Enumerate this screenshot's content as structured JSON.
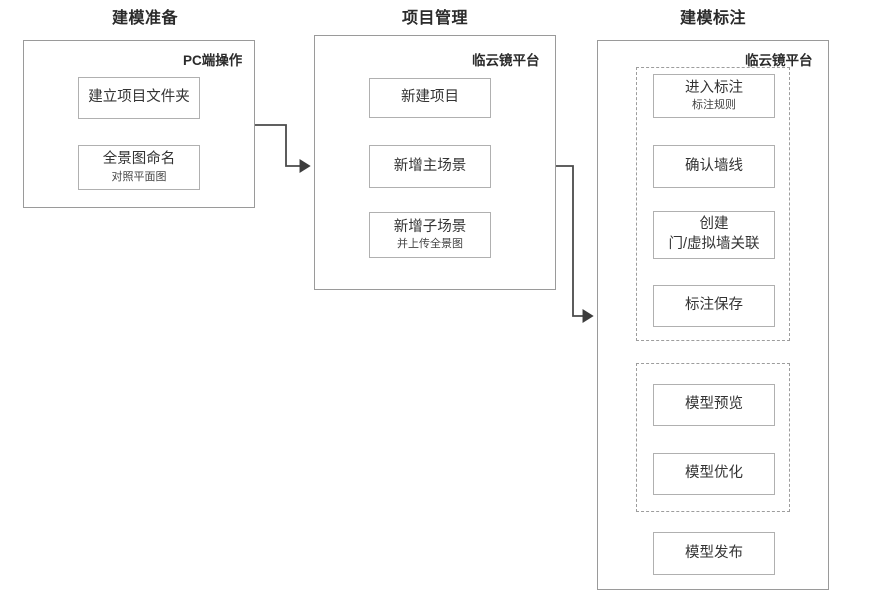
{
  "diagram": {
    "title_color": "#2b2b2b",
    "accent_arrow_color": "#f98b8b",
    "dark_arrow_color": "#3d3d3d",
    "box_border_color": "#b0b0b0",
    "container_border_color": "#9a9a9a"
  },
  "columns": [
    {
      "title": "建模准备",
      "container_label": "PC端操作",
      "nodes": [
        {
          "main": "建立项目文件夹",
          "sub": ""
        },
        {
          "main": "全景图命名",
          "sub": "对照平面图"
        }
      ]
    },
    {
      "title": "项目管理",
      "container_label": "临云镜平台",
      "nodes": [
        {
          "main": "新建项目",
          "sub": ""
        },
        {
          "main": "新增主场景",
          "sub": ""
        },
        {
          "main": "新增子场景",
          "sub": "并上传全景图"
        }
      ]
    },
    {
      "title": "建模标注",
      "container_label": "临云镜平台",
      "group_a": [
        {
          "main": "进入标注",
          "sub": "标注规则"
        },
        {
          "main": "确认墙线",
          "sub": ""
        },
        {
          "main": "创建\n门/虚拟墙关联",
          "sub": ""
        },
        {
          "main": "标注保存",
          "sub": ""
        }
      ],
      "group_b": [
        {
          "main": "模型预览",
          "sub": ""
        },
        {
          "main": "模型优化",
          "sub": ""
        }
      ],
      "tail": [
        {
          "main": "模型发布",
          "sub": ""
        }
      ]
    }
  ]
}
